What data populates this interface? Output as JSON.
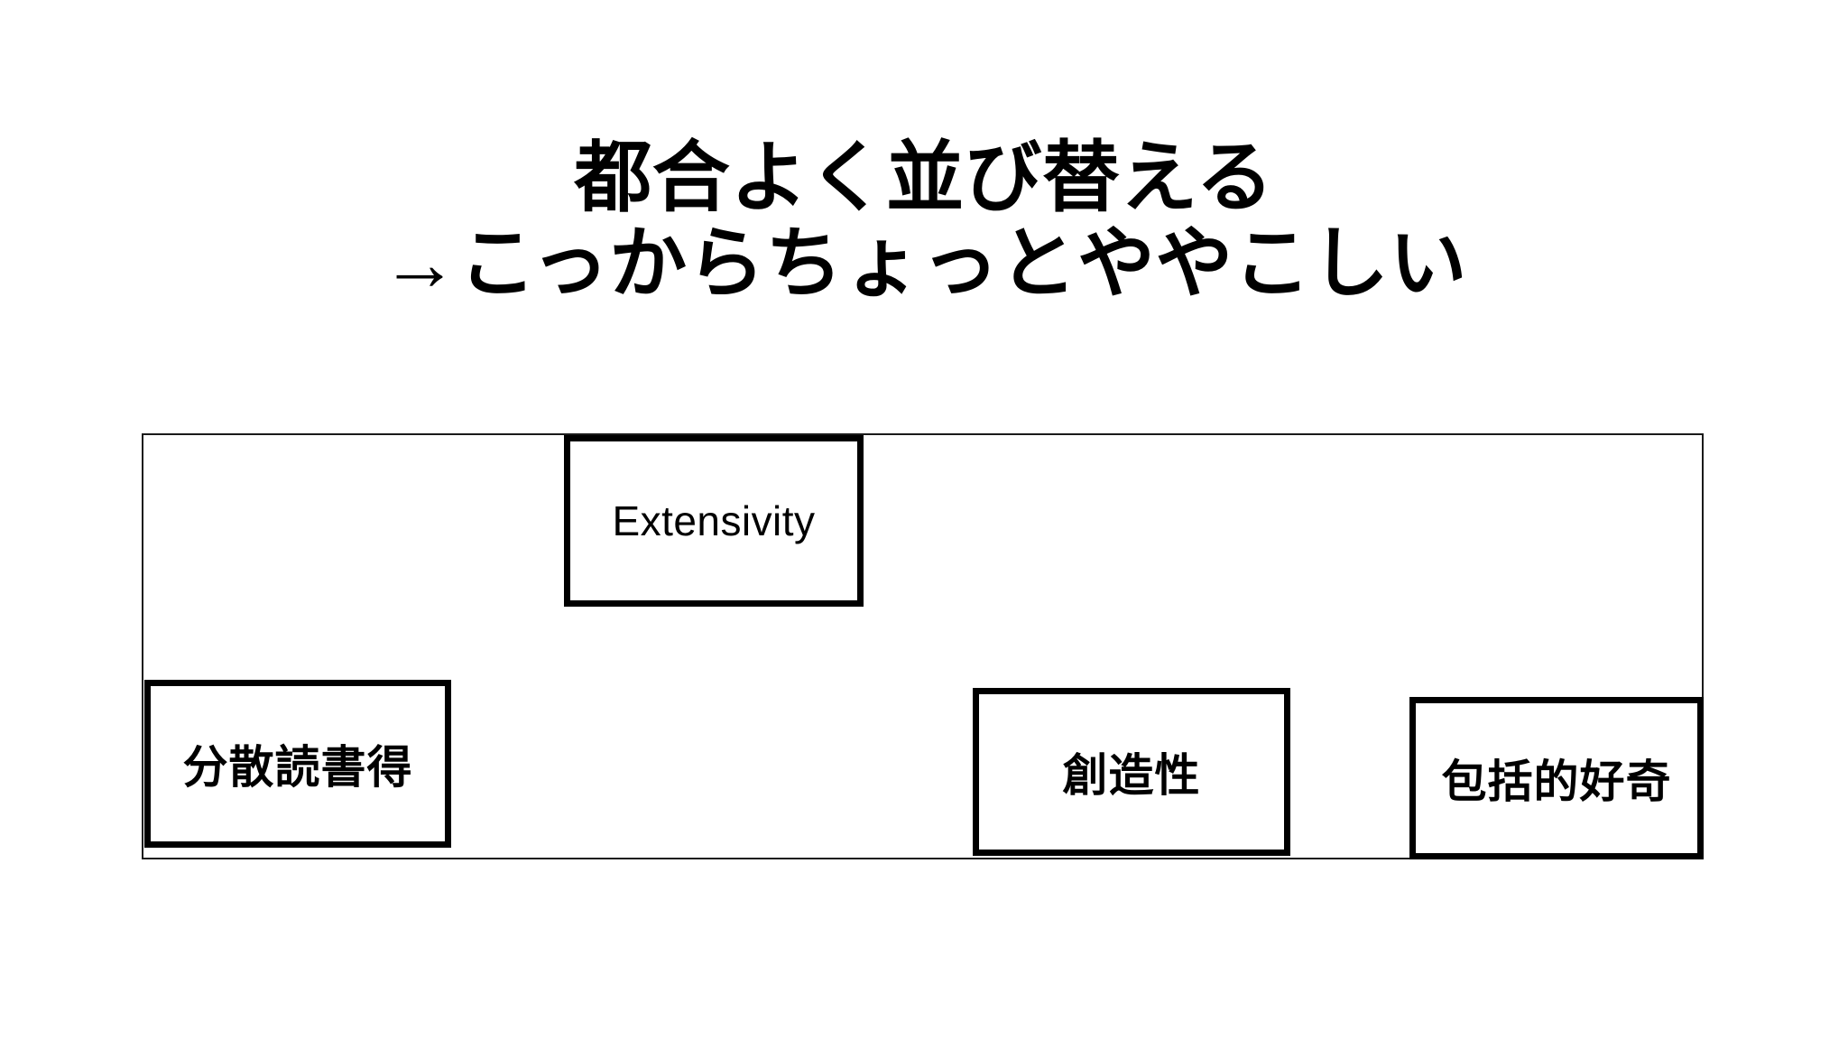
{
  "slide": {
    "background_color": "#ffffff",
    "text_color": "#000000",
    "title": {
      "line1": "都合よく並び替える",
      "line2": "→こっからちょっとややこしい"
    },
    "diagram": {
      "frame_border_color": "#1a1a1a",
      "node_border_color": "#000000",
      "nodes": [
        {
          "id": "extensivity",
          "label": "Extensivity"
        },
        {
          "id": "bunsan-dokusho-toku",
          "label": "分散読書得"
        },
        {
          "id": "souzousei",
          "label": "創造性"
        },
        {
          "id": "houkatsuteki-kouki",
          "label": "包括的好奇"
        }
      ]
    }
  }
}
